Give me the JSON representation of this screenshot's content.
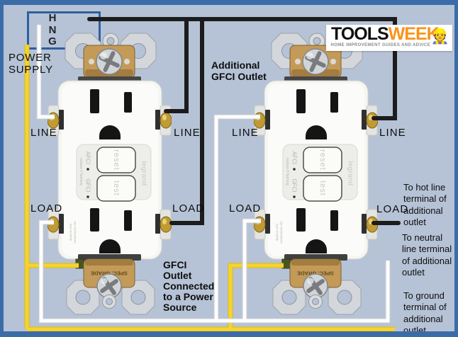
{
  "canvas": {
    "background": "#b6c3d6",
    "border_color": "#3c6ca8"
  },
  "power_supply": {
    "terminals": [
      "H",
      "N",
      "G"
    ],
    "label": "POWER\nSUPPLY"
  },
  "wires": {
    "hot_color": "#1c1c1c",
    "neutral_color": "#fdfdfd",
    "neutral_edge_color": "#c7cbd1",
    "ground_color": "#f6d42c",
    "ground_edge_color": "#dcba1b"
  },
  "terminal_labels": {
    "line": "LINE",
    "load": "LOAD"
  },
  "annotations": {
    "additional_outlet": "Additional\nGFCI Outlet",
    "power_source": "GFCI\nOutlet\nConnected\nto a Power\nSource",
    "to_hot": "To hot line\nterminal of\nadditional\noutlet",
    "to_neutral": "To neutral\nline terminal\nof additional\noutlet",
    "to_ground": "To ground\nterminal of\nadditional\noutlet"
  },
  "outlet": {
    "brand": "legrand",
    "reset_button": "reset",
    "test_button": "test",
    "afci": "AFCI",
    "gfci": "GFCI",
    "replace_note": "replace  if  flashing",
    "spec_grade": "SPEC. GRADE",
    "monthly_note": "test monthly",
    "instructions_note": "see instructions"
  },
  "logo": {
    "name_black": "TOOLS",
    "name_orange": "WEEK",
    "orange": "#f7941d",
    "tagline": "HOME IMPROVEMENT GUIDES AND ADVICE",
    "worker_icon": "👷"
  }
}
